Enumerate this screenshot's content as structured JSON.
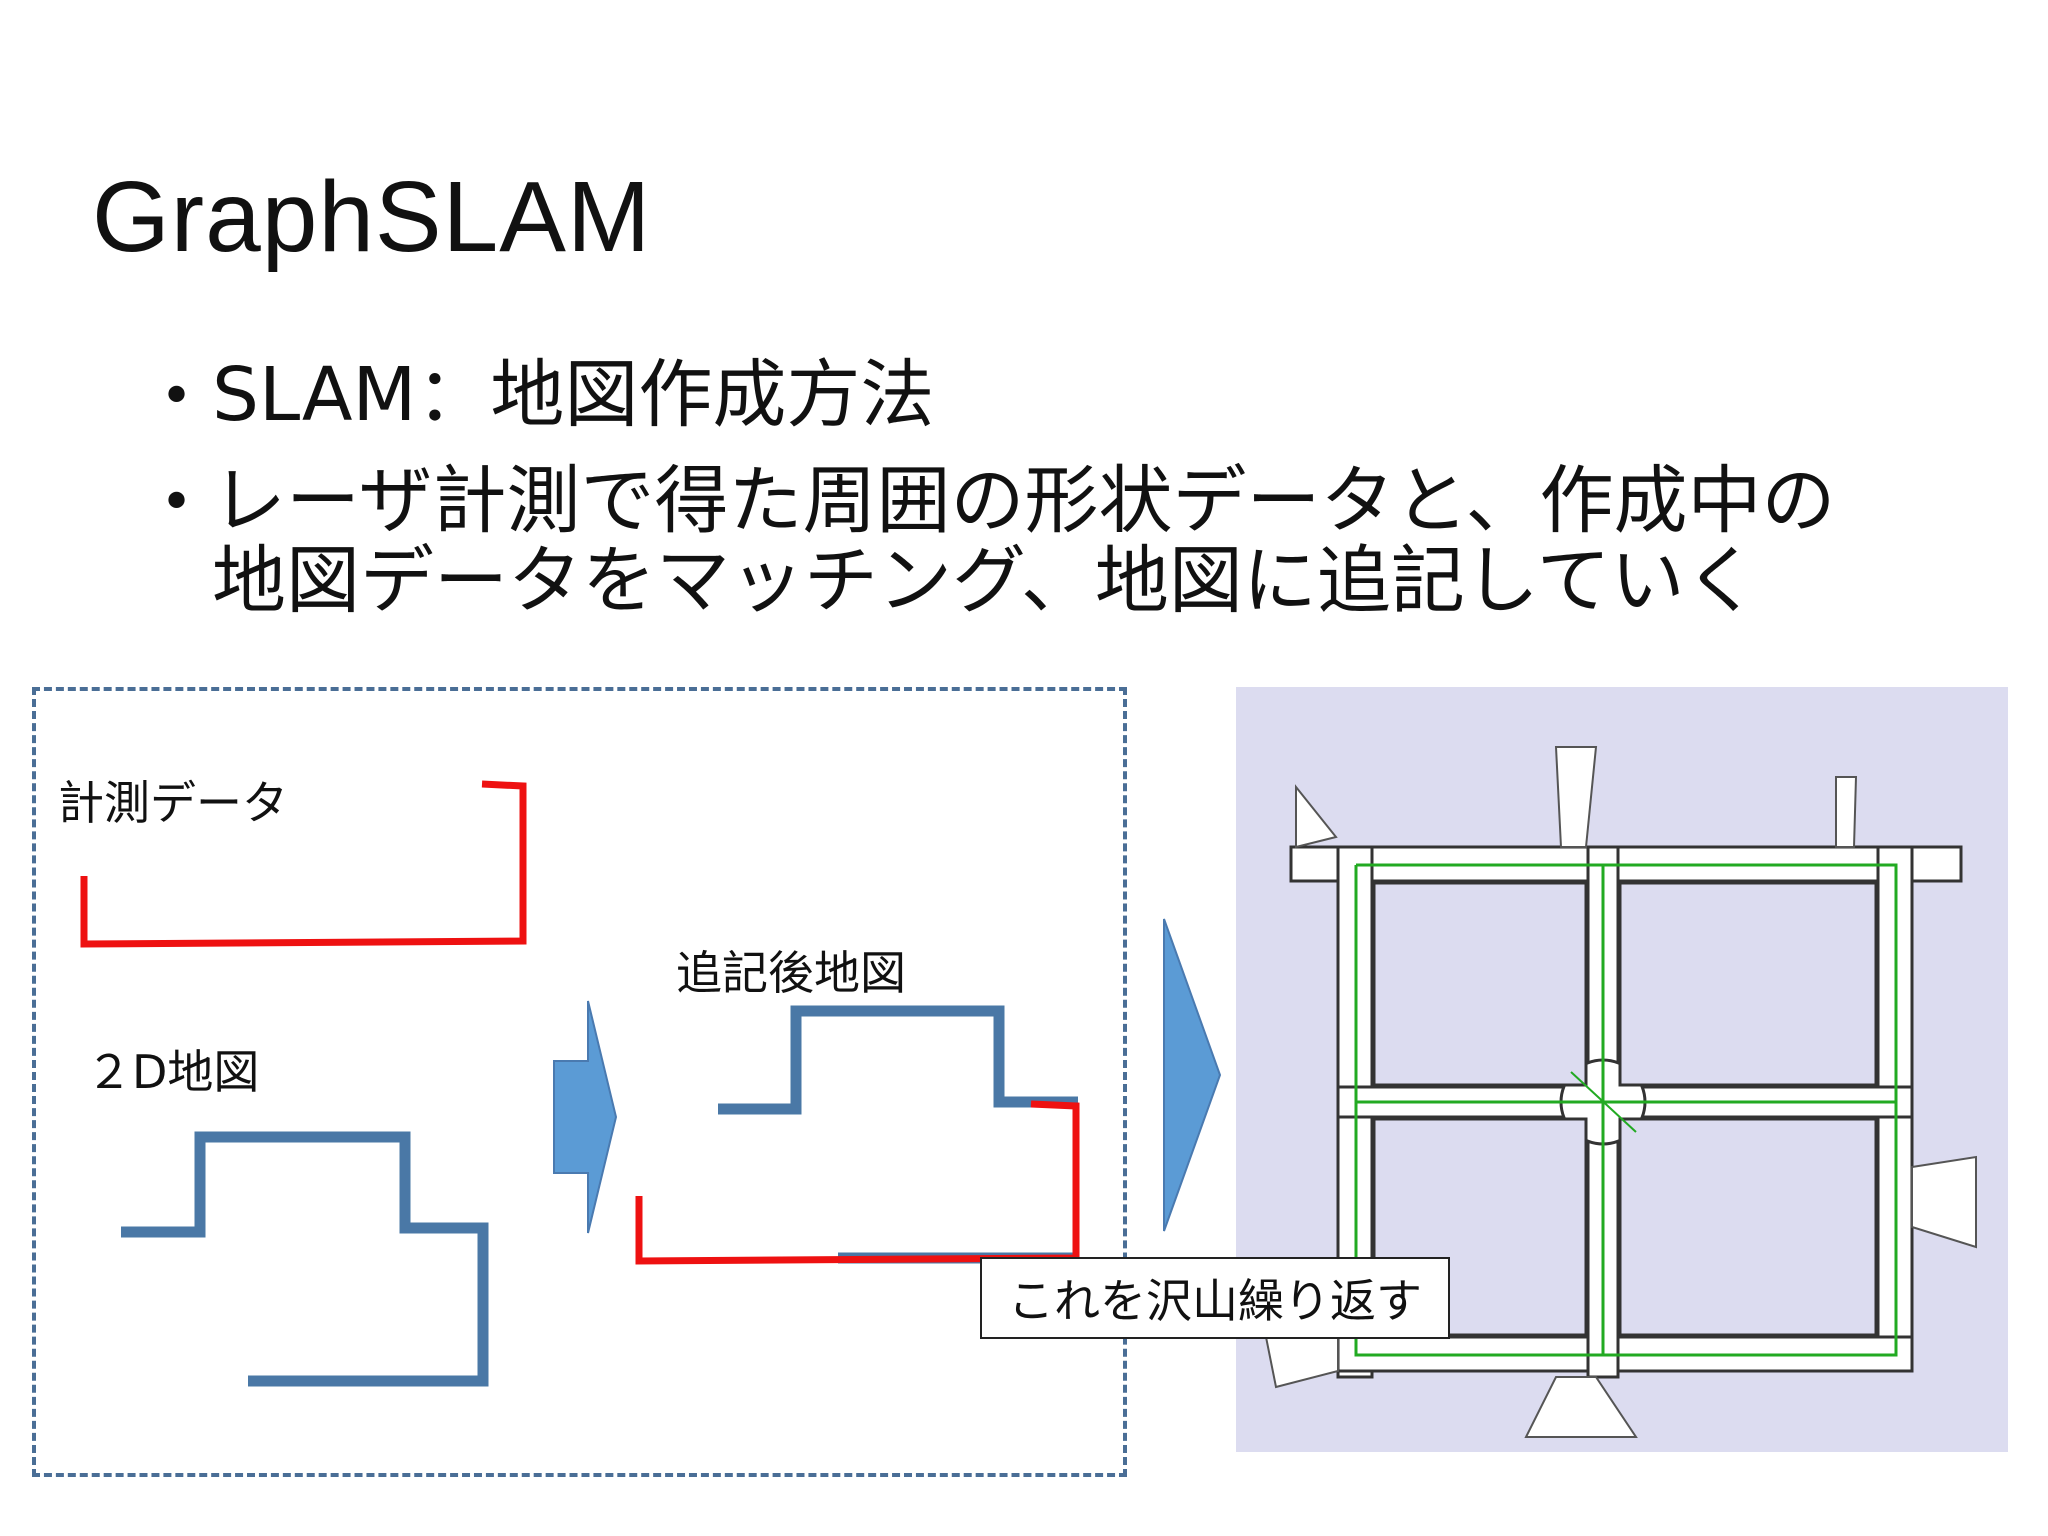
{
  "slide": {
    "title": "GraphSLAM",
    "bullets": [
      {
        "text": "SLAM：地図作成方法"
      },
      {
        "text": "レーザ計測で得た周囲の形状データと、作成中の\n地図データをマッチング、地図に追記していく"
      }
    ]
  },
  "diagram": {
    "measurement_label": "計測データ",
    "map_label": "２D地図",
    "updated_map_label": "追記後地図",
    "callout": "これを沢山繰り返す"
  },
  "colors": {
    "measurement_line": "#ee1111",
    "map_line": "#4a78a6",
    "arrow_fill": "#5b9bd5",
    "frame_border": "#4a6e96",
    "map_background": "#dcdcf0",
    "trajectory": "#22aa22"
  }
}
